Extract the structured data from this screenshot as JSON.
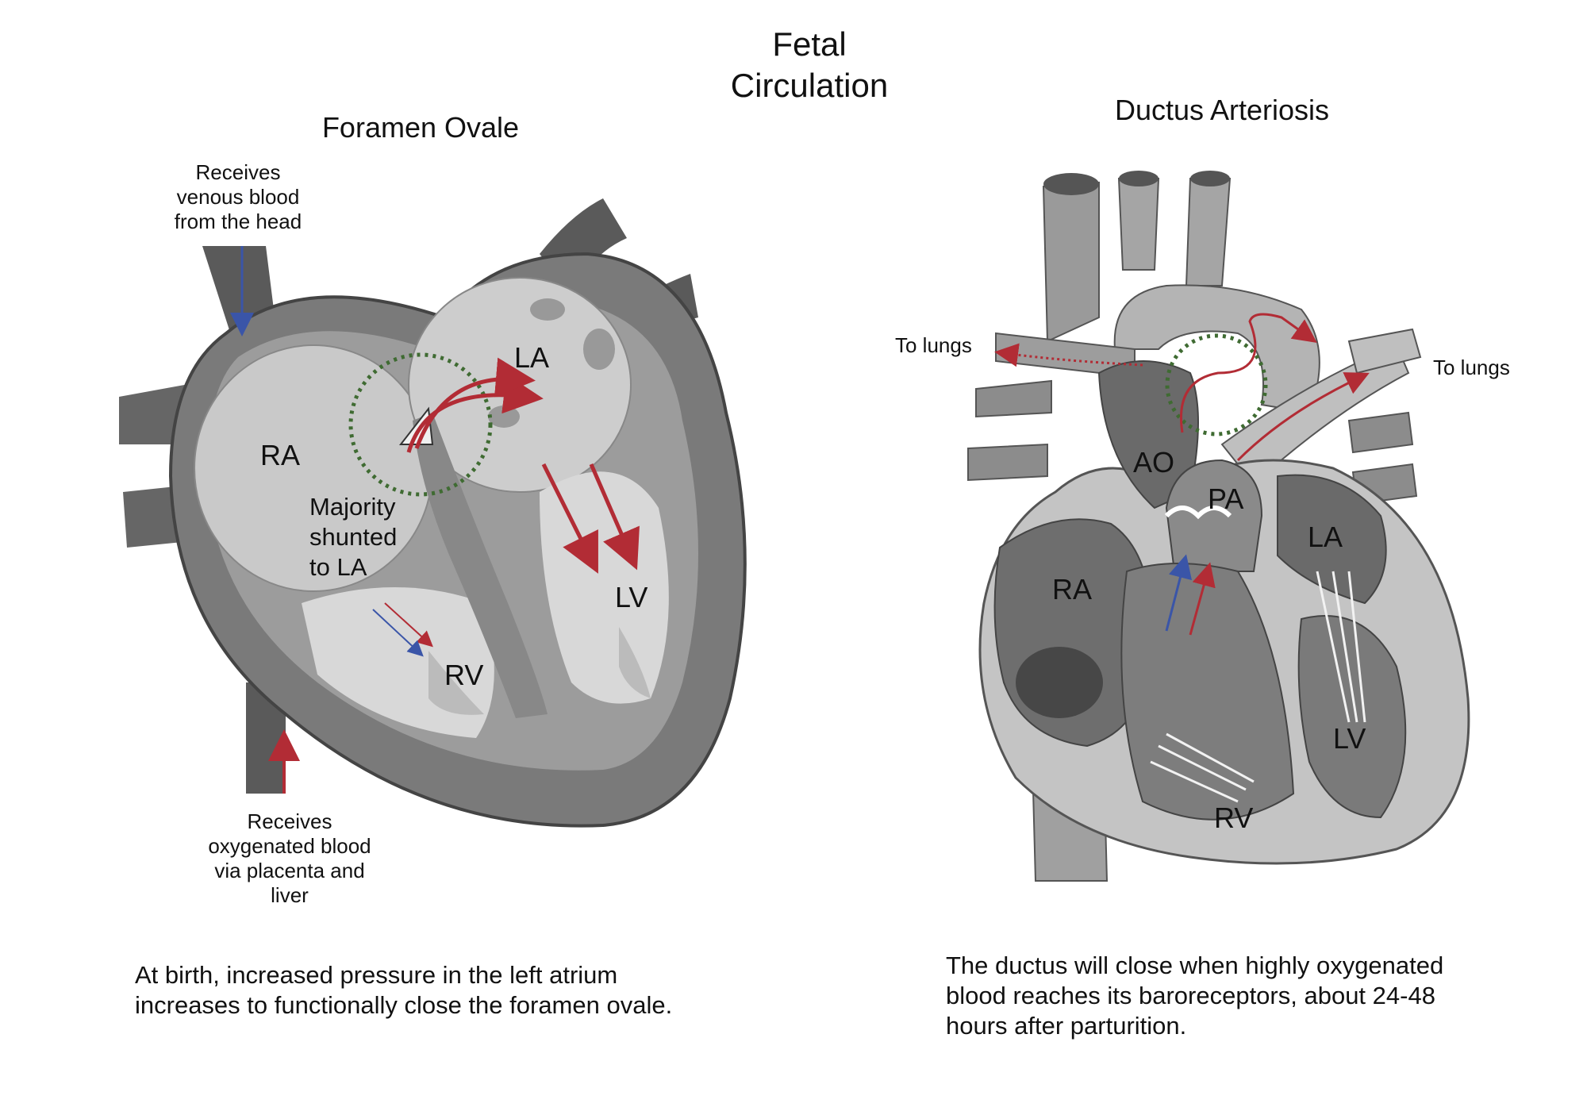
{
  "title": "Fetal\nCirculation",
  "left": {
    "heading": "Foramen Ovale",
    "note_top": "Receives\nvenous blood\nfrom the head",
    "note_bottom": "Receives\noxygenated blood\nvia placenta and\nliver",
    "shunt_label": "Majority\nshunted\nto LA",
    "chambers": {
      "ra": "RA",
      "la": "LA",
      "rv": "RV",
      "lv": "LV"
    },
    "caption": "At birth, increased pressure in the left atrium increases to functionally close the foramen ovale."
  },
  "right": {
    "heading": "Ductus Arteriosis",
    "to_lungs_left": "To lungs",
    "to_lungs_right": "To lungs",
    "chambers": {
      "ao": "AO",
      "pa": "PA",
      "ra": "RA",
      "la": "LA",
      "rv": "RV",
      "lv": "LV"
    },
    "caption": "The ductus will close when highly oxygenated blood reaches its baroreceptors, about 24-48 hours after parturition."
  },
  "colors": {
    "oxygenated": "#b22c35",
    "venous": "#3a55a8",
    "highlight": "#3f6b32"
  }
}
